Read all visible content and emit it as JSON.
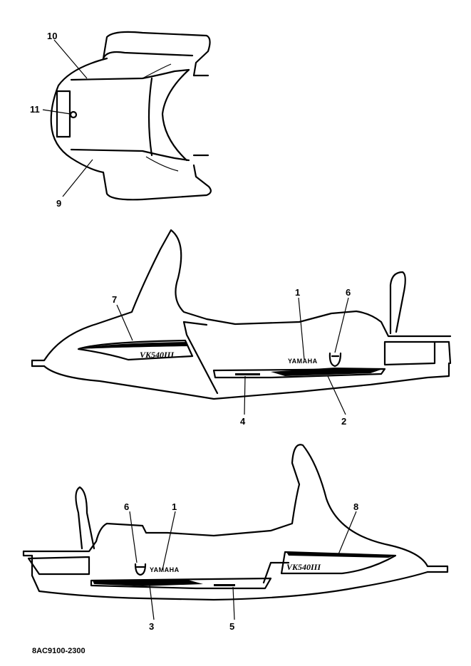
{
  "labels": {
    "top_10": "10",
    "top_11": "11",
    "top_9": "9",
    "mid_7": "7",
    "mid_1": "1",
    "mid_6": "6",
    "mid_4": "4",
    "mid_2": "2",
    "bot_6": "6",
    "bot_1": "1",
    "bot_8": "8",
    "bot_3": "3",
    "bot_5": "5"
  },
  "decals": {
    "brand_text": "YAMAHA",
    "model_text": "VK540III"
  },
  "footer": {
    "code": "8AC9100-2300"
  }
}
